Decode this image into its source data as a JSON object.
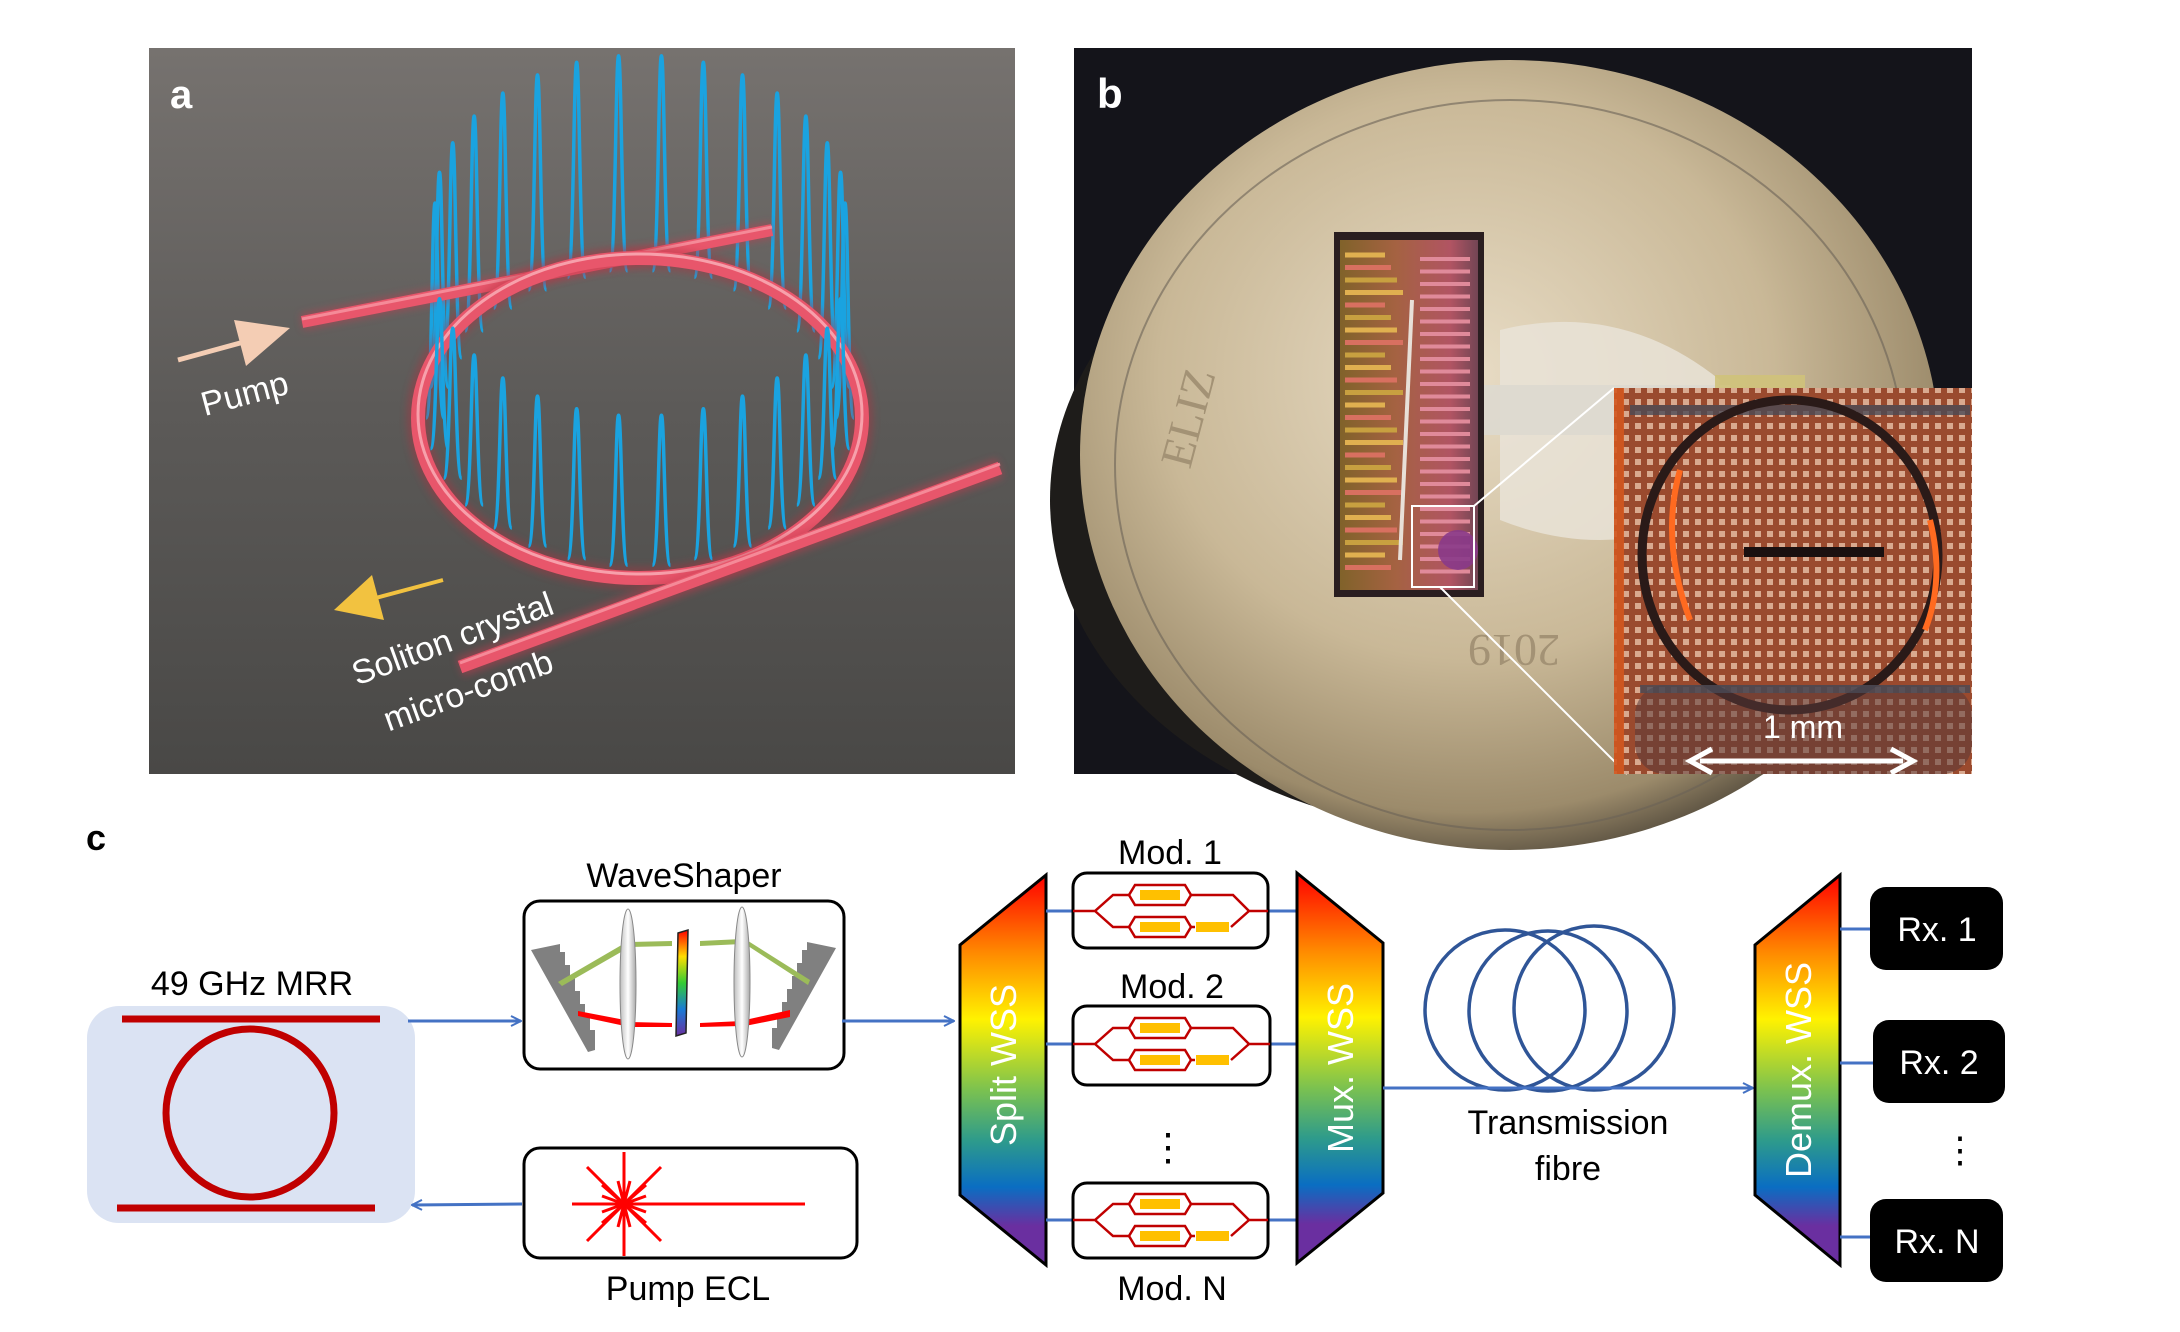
{
  "figure": {
    "panels": {
      "a": {
        "letter": "a",
        "pump_label": "Pump",
        "output_label_line1": "Soliton crystal",
        "output_label_line2": "micro-comb",
        "colors": {
          "background": "#5a5856",
          "waveguide": "#e8566b",
          "comb": "#1aa3e0",
          "pump_arrow": "#f4cdb4",
          "output_arrow": "#f2c240"
        }
      },
      "b": {
        "letter": "b",
        "scale_bar_label": "1 mm",
        "coin_text_1": "ELIZ",
        "coin_text_2": "2019"
      },
      "c": {
        "letter": "c",
        "mrr_label": "49 GHz MRR",
        "waveshaper_label": "WaveShaper",
        "pump_label": "Pump ECL",
        "split_wss_label": "Split WSS",
        "mux_wss_label": "Mux. WSS",
        "demux_wss_label": "Demux. WSS",
        "modulators": [
          {
            "label": "Mod. 1"
          },
          {
            "label": "Mod. 2"
          },
          {
            "label": "Mod. N"
          }
        ],
        "mod_ellipsis": "⋮",
        "fibre_label_line1": "Transmission",
        "fibre_label_line2": "fibre",
        "receivers": [
          {
            "label": "Rx. 1"
          },
          {
            "label": "Rx. 2"
          },
          {
            "label": "Rx. N"
          }
        ],
        "rx_ellipsis": "⋮",
        "colors": {
          "mrr_fill": "#dbe3f3",
          "ring": "#c00000",
          "connector": "#4472c4",
          "fibre": "#2f5597",
          "mod_waveguide": "#c00000",
          "electrode": "#ffc000",
          "laser": "#ff0000",
          "rx_fill": "#000000"
        }
      }
    }
  }
}
